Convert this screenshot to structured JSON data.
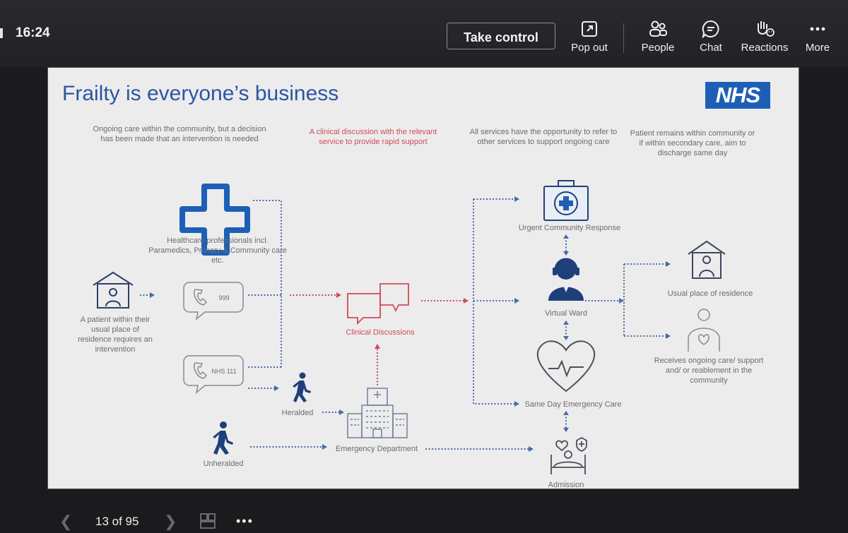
{
  "topbar": {
    "time": "16:24",
    "take_control": "Take control",
    "pop_out": "Pop out",
    "people": "People",
    "chat": "Chat",
    "reactions": "Reactions",
    "more": "More"
  },
  "slide": {
    "title": "Frailty is everyone’s business",
    "logo": "NHS",
    "captions": {
      "col1": "Ongoing care within the community, but a decision has been made that an intervention is needed",
      "col2": "A clinical discussion with the relevant service to provide rapid support",
      "col3": "All services have the opportunity to refer to other services to support ongoing care",
      "col4": "Patient remains within community or if within secondary care, aim to discharge same day"
    },
    "labels": {
      "healthcare": "Healthcare professionals incl. Paramedics, Primary & Community care etc.",
      "patient": "A patient within their usual place of residence requires an intervention",
      "phone999": "999",
      "phone111": "NHS 111",
      "clinical": "Clinical Discussions",
      "heralded": "Heralded",
      "unheralded": "Unheralded",
      "ed": "Emergency Department",
      "ucr": "Urgent Community Response",
      "vw": "Virtual Ward",
      "sdec": "Same Day Emergency Care",
      "admission": "Admission",
      "residence": "Usual place of residence",
      "ongoing": "Receives ongoing care/ support and/ or reablement in the community"
    }
  },
  "bottombar": {
    "page": "13 of 95",
    "more": "•••"
  },
  "colors": {
    "nhs_blue": "#1d5fb6",
    "red_accent": "#d24a59",
    "icon_navy": "#1f3f7a"
  }
}
